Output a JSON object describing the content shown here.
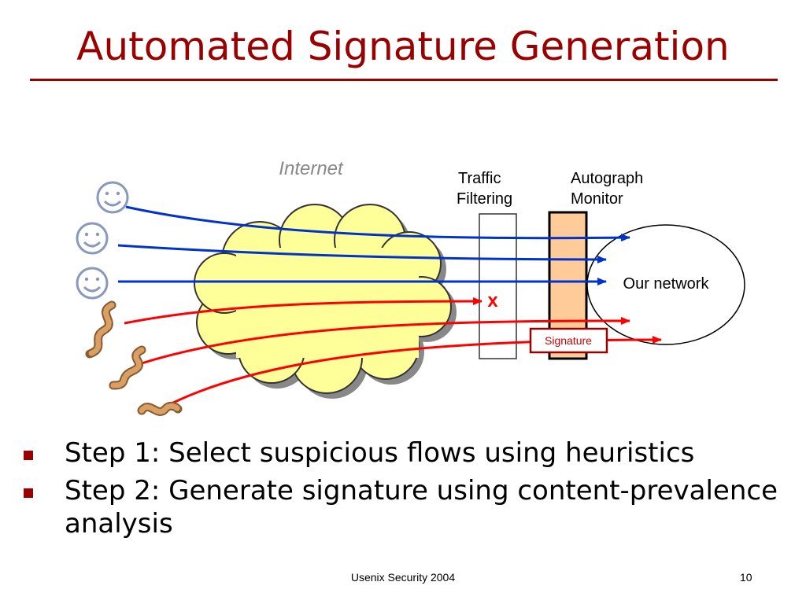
{
  "slide": {
    "title": "Automated Signature Generation",
    "footer_center": "Usenix Security 2004",
    "page_number": "10"
  },
  "diagram": {
    "internet_label": "Internet",
    "traffic_filtering_label_line1": "Traffic",
    "traffic_filtering_label_line2": "Filtering",
    "autograph_label_line1": "Autograph",
    "autograph_label_line2": "Monitor",
    "network_label": "Our network",
    "signature_label": "Signature",
    "blocked_marker": "x",
    "colors": {
      "title": "#990000",
      "benign_flow": "#0033cc",
      "malicious_flow": "#ff0000",
      "cloud_fill": "#ffff99",
      "monitor_fill": "#ffcc99"
    }
  },
  "bullets": [
    {
      "text": "Step 1: Select suspicious flows using heuristics"
    },
    {
      "text": "Step 2: Generate signature using content-prevalence analysis"
    }
  ]
}
